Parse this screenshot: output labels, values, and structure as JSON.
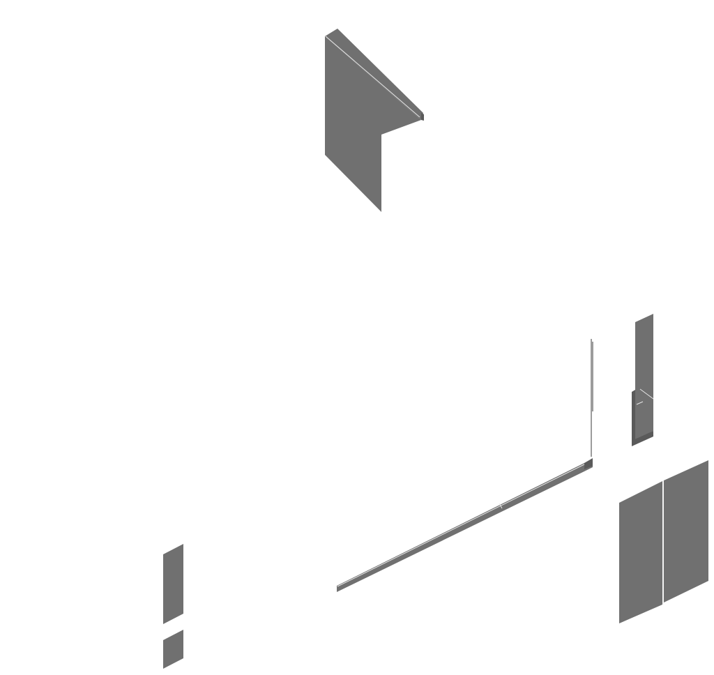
{
  "view": "isometric",
  "colors": {
    "background": "#ffffff",
    "face": "#707070",
    "face_dark": "#5a5a5a",
    "edge_dark": "#3a3a3a",
    "edge_light": "#e8e8e8"
  },
  "elements": [
    {
      "name": "l-shaped-panel",
      "part": "bracket"
    },
    {
      "name": "tall-narrow-panel",
      "part": "post"
    },
    {
      "name": "thin-vertical-rod",
      "part": "rod"
    },
    {
      "name": "long-diagonal-rail",
      "part": "rail"
    },
    {
      "name": "double-door-panel",
      "part": "door"
    },
    {
      "name": "upper-small-panel",
      "part": "panel"
    },
    {
      "name": "lower-small-panel",
      "part": "panel"
    }
  ]
}
